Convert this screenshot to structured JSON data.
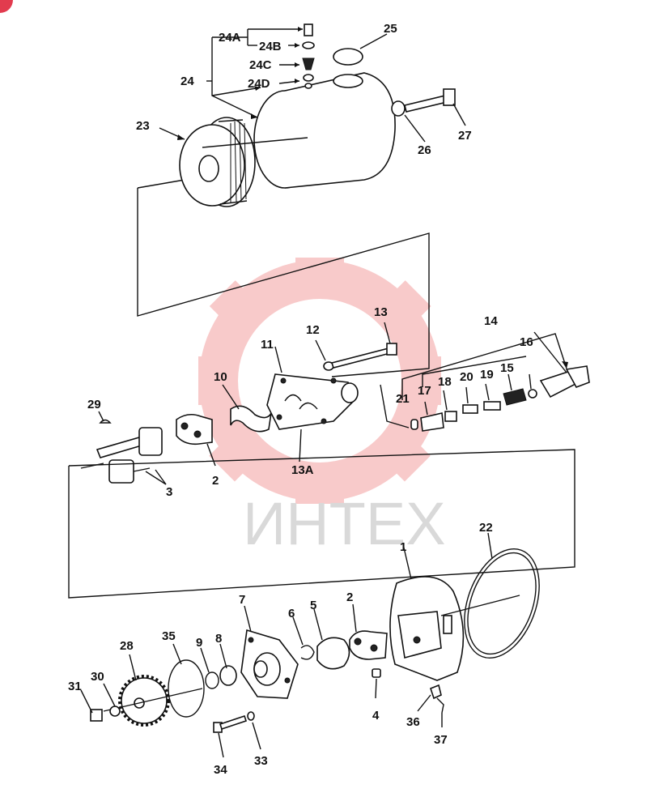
{
  "diagram": {
    "watermark": {
      "text": "ИНТЕХ",
      "gear_color": "#f3a0a0",
      "text_color": "#d6d6d6"
    },
    "corner_badge": {
      "color": "#e23b4e"
    },
    "callouts": [
      "1",
      "2",
      "2",
      "3",
      "4",
      "5",
      "6",
      "7",
      "8",
      "9",
      "10",
      "11",
      "12",
      "13",
      "13A",
      "14",
      "15",
      "16",
      "17",
      "18",
      "19",
      "20",
      "21",
      "22",
      "23",
      "24",
      "24A",
      "24B",
      "24C",
      "24D",
      "25",
      "26",
      "27",
      "28",
      "29",
      "30",
      "31",
      "33",
      "34",
      "35",
      "36",
      "37"
    ]
  }
}
